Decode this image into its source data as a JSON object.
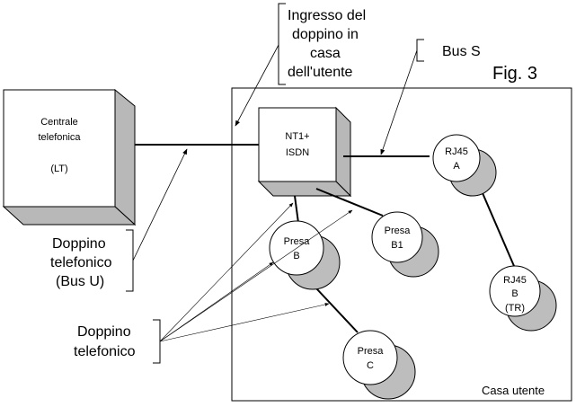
{
  "figure_label": "Fig. 3",
  "house": {
    "label": "Casa utente"
  },
  "exchange": {
    "line1": "Centrale",
    "line2": "telefonica",
    "line3": "(LT)"
  },
  "nt1": {
    "line1": "NT1+",
    "line2": "ISDN"
  },
  "sockets": {
    "rj45_a": {
      "line1": "RJ45",
      "line2": "A"
    },
    "rj45_b": {
      "line1": "RJ45",
      "line2": "B",
      "line3": "(TR)"
    },
    "presa_b": {
      "line1": "Presa",
      "line2": "B"
    },
    "presa_b1": {
      "line1": "Presa",
      "line2": "B1"
    },
    "presa_c": {
      "line1": "Presa",
      "line2": "C"
    }
  },
  "callouts": {
    "ingresso": {
      "line1": "Ingresso del",
      "line2": "doppino in",
      "line3": "casa",
      "line4": "dell'utente"
    },
    "bus_s": {
      "line1": "Bus S"
    },
    "bus_u": {
      "line1": "Doppino",
      "line2": "telefonico",
      "line3": "(Bus U)"
    },
    "doppino": {
      "line1": "Doppino",
      "line2": "telefonico"
    }
  }
}
